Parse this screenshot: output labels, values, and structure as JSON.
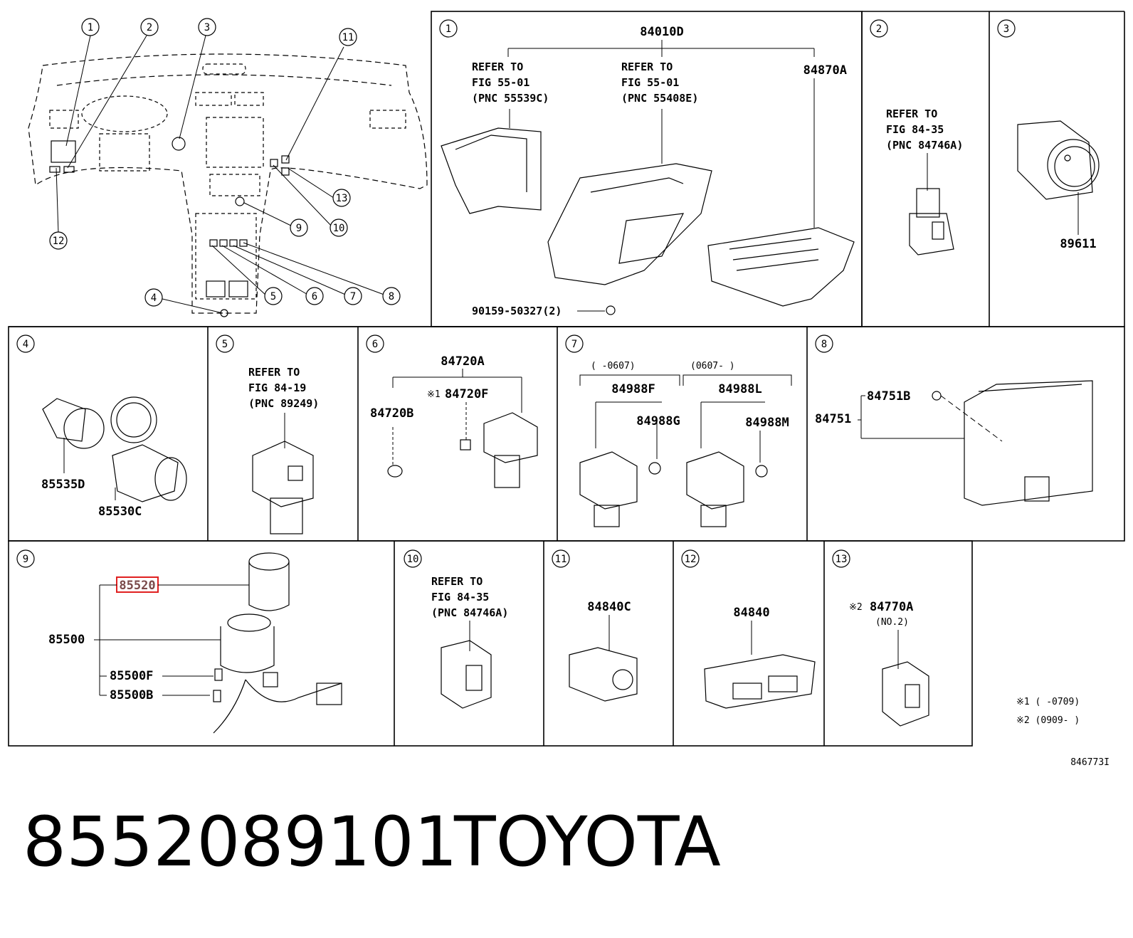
{
  "overview": {
    "callouts": [
      "1",
      "2",
      "3",
      "4",
      "5",
      "6",
      "7",
      "8",
      "9",
      "10",
      "11",
      "12",
      "13"
    ]
  },
  "panel1": {
    "index": "1",
    "top_label": "84010D",
    "refer_a": [
      "REFER TO",
      "FIG 55-01",
      "(PNC 55539C)"
    ],
    "refer_b": [
      "REFER TO",
      "FIG 55-01",
      "(PNC 55408E)"
    ],
    "part_right": "84870A",
    "screw": "90159-50327(2)"
  },
  "panel2": {
    "index": "2",
    "refer": [
      "REFER TO",
      "FIG 84-35",
      "(PNC 84746A)"
    ]
  },
  "panel3": {
    "index": "3",
    "part": "89611"
  },
  "panel4": {
    "index": "4",
    "parts": [
      "85535D",
      "85530C"
    ]
  },
  "panel5": {
    "index": "5",
    "refer": [
      "REFER TO",
      "FIG 84-19",
      "(PNC 89249)"
    ]
  },
  "panel6": {
    "index": "6",
    "top": "84720A",
    "left": "84720B",
    "note_mark": "※1",
    "mid": "84720F"
  },
  "panel7": {
    "index": "7",
    "range_a": "(   -0607)",
    "range_b": "(0607-   )",
    "a_top": "84988F",
    "a_side": "84988G",
    "b_top": "84988L",
    "b_side": "84988M"
  },
  "panel8": {
    "index": "8",
    "a": "84751B",
    "b": "84751"
  },
  "panel9": {
    "index": "9",
    "highlight": "85520",
    "main": "85500",
    "f": "85500F",
    "b": "85500B"
  },
  "panel10": {
    "index": "10",
    "refer": [
      "REFER TO",
      "FIG 84-35",
      "(PNC 84746A)"
    ]
  },
  "panel11": {
    "index": "11",
    "part": "84840C"
  },
  "panel12": {
    "index": "12",
    "part": "84840"
  },
  "panel13": {
    "index": "13",
    "note_mark": "※2",
    "part": "84770A",
    "sub": "(NO.2)"
  },
  "notes": [
    "※1 (    -0709)",
    "※2 (0909-    )"
  ],
  "figure_code": "846773I",
  "footer": {
    "part_number": "8552089101",
    "brand": "TOYOTA"
  },
  "colors": {
    "highlight": "#e02020",
    "ink": "#000000"
  }
}
